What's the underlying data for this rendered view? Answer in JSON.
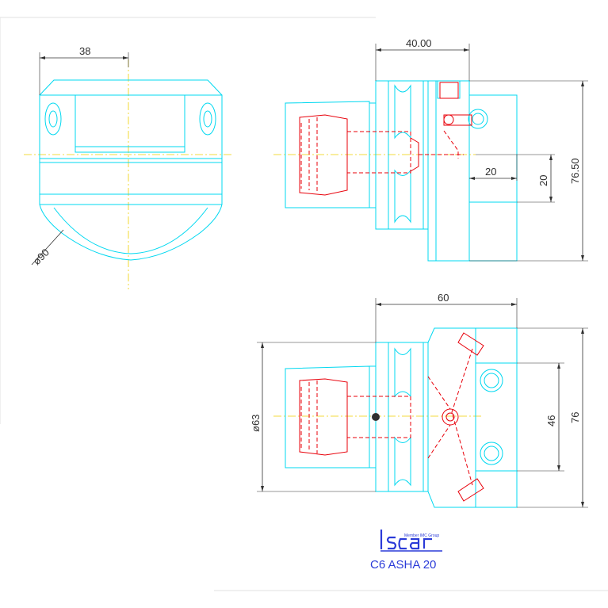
{
  "dimensions": {
    "top_left_width": "38",
    "top_left_diameter": "ø90",
    "top_right_width": "40.00",
    "top_right_inner_h": "20",
    "top_right_inner_v": "20",
    "top_right_height": "76.50",
    "bottom_width": "60",
    "bottom_diameter": "ø63",
    "bottom_inner_height": "46",
    "bottom_height": "76"
  },
  "logo": {
    "brand": "iscar",
    "tagline": "Member IMC Group"
  },
  "part_code": "C6 ASHA 20",
  "colors": {
    "outline": "#00d8f0",
    "hidden": "#e8000a",
    "centerline": "#f0d000",
    "dimension": "#303030",
    "logo": "#2b3bd8"
  }
}
